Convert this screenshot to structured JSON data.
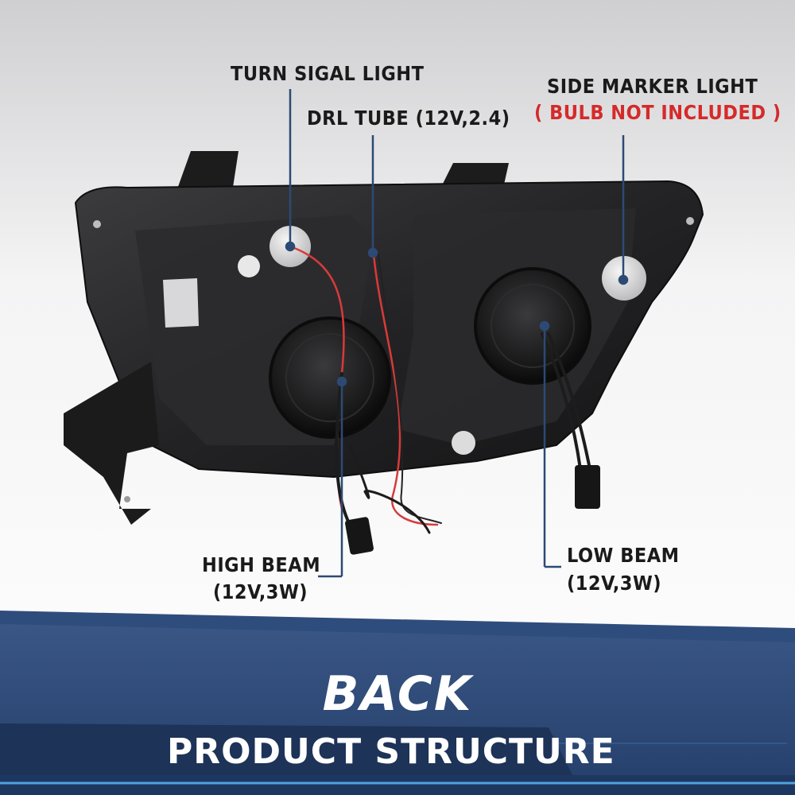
{
  "callouts": {
    "turn_signal": "TURN SIGAL LIGHT",
    "drl_tube": "DRL TUBE (12V,2.4)",
    "side_marker": "SIDE MARKER LIGHT",
    "side_marker_note": "( BULB NOT INCLUDED )",
    "high_beam_line1": "HIGH BEAM",
    "high_beam_line2": "(12V,3W)",
    "low_beam_line1": "LOW BEAM",
    "low_beam_line2": "(12V,3W)"
  },
  "banner": {
    "title": "BACK",
    "subtitle": "PRODUCT STRUCTURE"
  },
  "colors": {
    "banner_navy": "#2d4a75",
    "note_red": "#d52a2a",
    "accent_blue": "#4fa3e0"
  }
}
